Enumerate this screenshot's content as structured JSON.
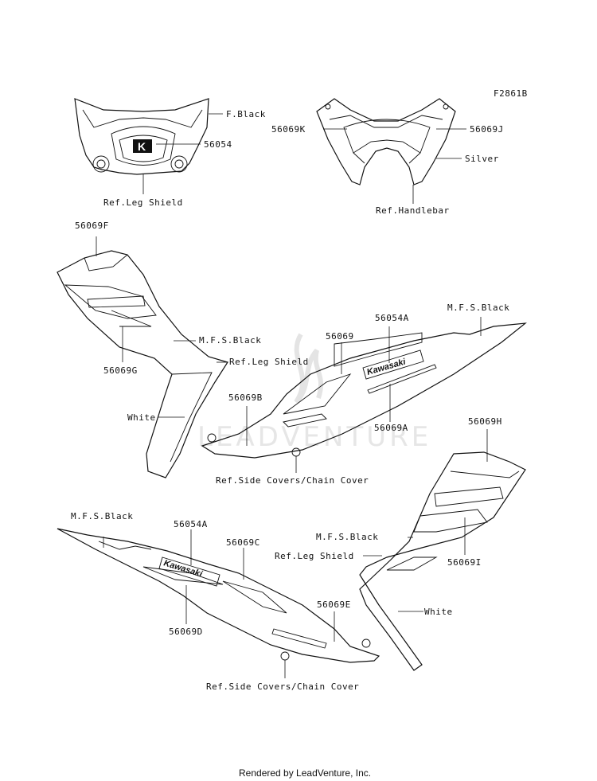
{
  "figure_code": "F2861B",
  "watermark": "LEADVENTURE",
  "footer": "Rendered by LeadVenture, Inc.",
  "badge_text": "Kawasaki",
  "logo_letter": "K",
  "labels": {
    "f_black": "F.Black",
    "p56054": "56054",
    "ref_leg_shield_top": "Ref.Leg Shield",
    "p56069K": "56069K",
    "p56069J": "56069J",
    "silver": "Silver",
    "ref_handlebar": "Ref.Handlebar",
    "p56069F": "56069F",
    "mfs_black_left": "M.F.S.Black",
    "ref_leg_shield_left": "Ref.Leg Shield",
    "p56069G": "56069G",
    "white_left": "White",
    "mfs_black_mid": "M.F.S.Black",
    "p56054A_mid": "56054A",
    "p56069": "56069",
    "p56069B": "56069B",
    "p56069A": "56069A",
    "ref_side_covers_mid": "Ref.Side Covers/Chain Cover",
    "p56069H": "56069H",
    "mfs_black_lower_left": "M.F.S.Black",
    "p56054A_lower": "56054A",
    "p56069C": "56069C",
    "p56069D": "56069D",
    "p56069E": "56069E",
    "ref_side_covers_lower": "Ref.Side Covers/Chain Cover",
    "mfs_black_right": "M.F.S.Black",
    "ref_leg_shield_right": "Ref.Leg Shield",
    "p56069I": "56069I",
    "white_right": "White"
  }
}
